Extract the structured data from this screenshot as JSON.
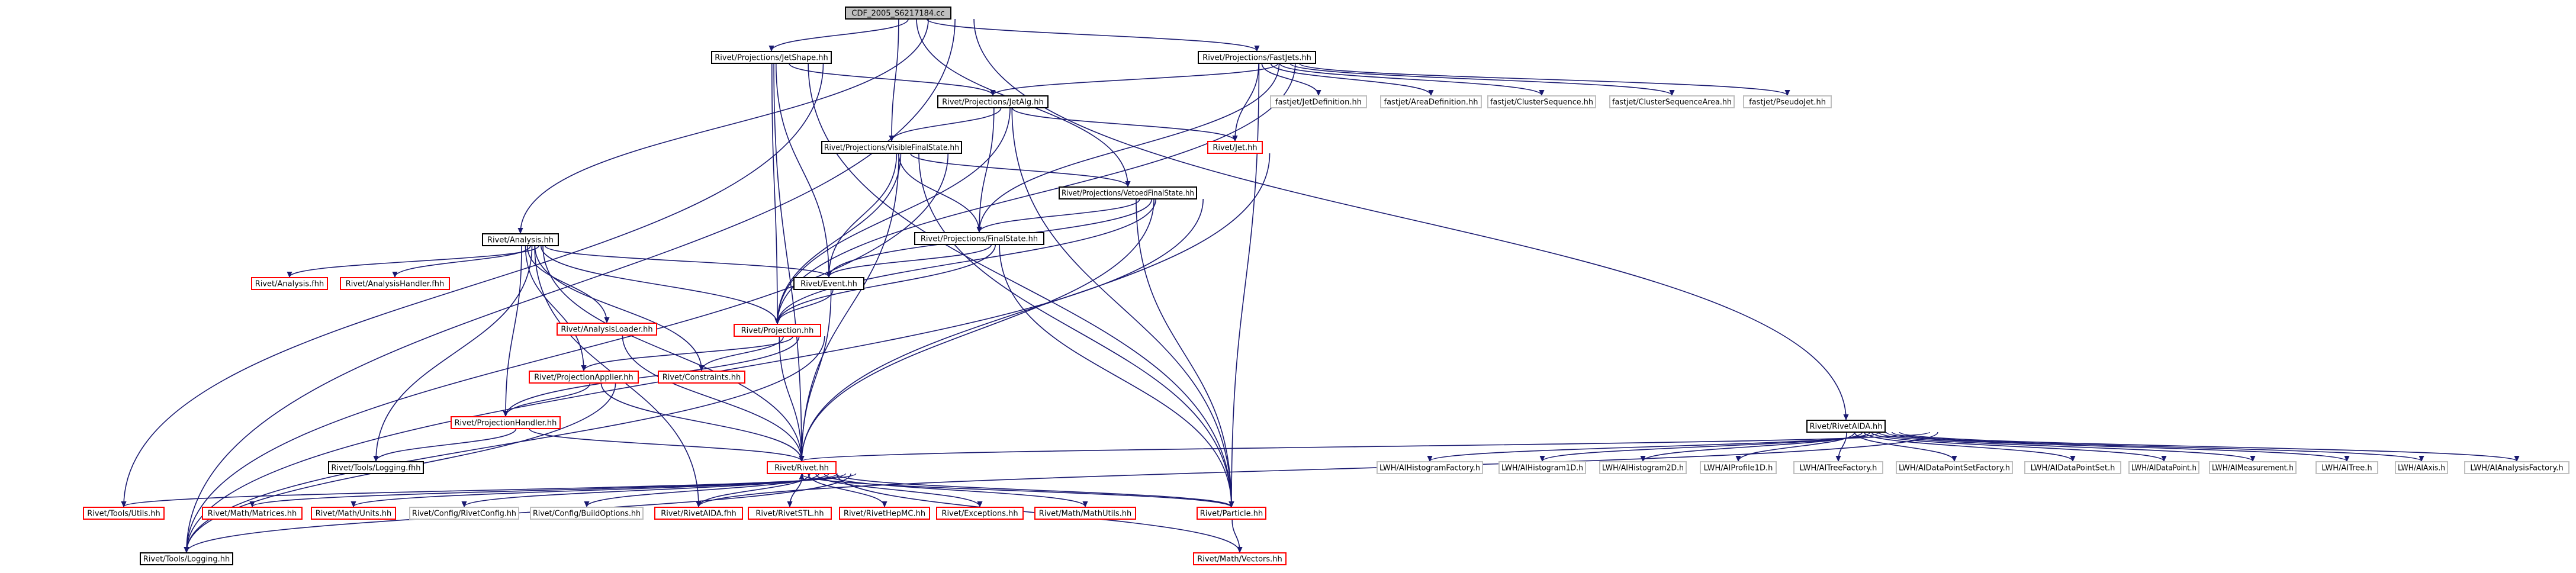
{
  "colors": {
    "edge": "#191970",
    "border_documented": "#000000",
    "border_undocumented": "#ff0000",
    "border_external": "#bfbfbf",
    "root_fill": "#bfbfbf",
    "node_fill": "#ffffff"
  },
  "nodes": [
    {
      "id": "root",
      "label": "CDF_2005_S6217184.cc",
      "kind": "root"
    },
    {
      "id": "jetshape",
      "label": "Rivet/Projections/JetShape.hh",
      "kind": "documented"
    },
    {
      "id": "fastjets",
      "label": "Rivet/Projections/FastJets.hh",
      "kind": "documented"
    },
    {
      "id": "jetalg",
      "label": "Rivet/Projections/JetAlg.hh",
      "kind": "documented"
    },
    {
      "id": "fj_jetdef",
      "label": "fastjet/JetDefinition.hh",
      "kind": "external"
    },
    {
      "id": "fj_areadef",
      "label": "fastjet/AreaDefinition.hh",
      "kind": "external"
    },
    {
      "id": "fj_clseq",
      "label": "fastjet/ClusterSequence.hh",
      "kind": "external"
    },
    {
      "id": "fj_clseqarea",
      "label": "fastjet/ClusterSequenceArea.hh",
      "kind": "external"
    },
    {
      "id": "fj_pseudojet",
      "label": "fastjet/PseudoJet.hh",
      "kind": "external"
    },
    {
      "id": "visiblefs",
      "label": "Rivet/Projections/VisibleFinalState.hh",
      "kind": "documented"
    },
    {
      "id": "jet",
      "label": "Rivet/Jet.hh",
      "kind": "undocumented"
    },
    {
      "id": "vetoedfs",
      "label": "Rivet/Projections/VetoedFinalState.hh",
      "kind": "documented"
    },
    {
      "id": "analysis",
      "label": "Rivet/Analysis.hh",
      "kind": "documented"
    },
    {
      "id": "finalstate",
      "label": "Rivet/Projections/FinalState.hh",
      "kind": "documented"
    },
    {
      "id": "analysis_fhh",
      "label": "Rivet/Analysis.fhh",
      "kind": "undocumented"
    },
    {
      "id": "analysishandler_fhh",
      "label": "Rivet/AnalysisHandler.fhh",
      "kind": "undocumented"
    },
    {
      "id": "event",
      "label": "Rivet/Event.hh",
      "kind": "documented"
    },
    {
      "id": "analysisloader",
      "label": "Rivet/AnalysisLoader.hh",
      "kind": "undocumented"
    },
    {
      "id": "projection",
      "label": "Rivet/Projection.hh",
      "kind": "undocumented"
    },
    {
      "id": "projapplier",
      "label": "Rivet/ProjectionApplier.hh",
      "kind": "undocumented"
    },
    {
      "id": "constraints",
      "label": "Rivet/Constraints.hh",
      "kind": "undocumented"
    },
    {
      "id": "projhandler",
      "label": "Rivet/ProjectionHandler.hh",
      "kind": "undocumented"
    },
    {
      "id": "logging_fhh",
      "label": "Rivet/Tools/Logging.fhh",
      "kind": "documented"
    },
    {
      "id": "rivet",
      "label": "Rivet/Rivet.hh",
      "kind": "undocumented"
    },
    {
      "id": "utils",
      "label": "Rivet/Tools/Utils.hh",
      "kind": "undocumented"
    },
    {
      "id": "matrices",
      "label": "Rivet/Math/Matrices.hh",
      "kind": "undocumented"
    },
    {
      "id": "units",
      "label": "Rivet/Math/Units.hh",
      "kind": "undocumented"
    },
    {
      "id": "rivetconfig",
      "label": "Rivet/Config/RivetConfig.hh",
      "kind": "external"
    },
    {
      "id": "buildoptions",
      "label": "Rivet/Config/BuildOptions.hh",
      "kind": "external"
    },
    {
      "id": "rivetaida_fhh",
      "label": "Rivet/RivetAIDA.fhh",
      "kind": "undocumented"
    },
    {
      "id": "rivetstl",
      "label": "Rivet/RivetSTL.hh",
      "kind": "undocumented"
    },
    {
      "id": "rivethepmc",
      "label": "Rivet/RivetHepMC.hh",
      "kind": "undocumented"
    },
    {
      "id": "exceptions",
      "label": "Rivet/Exceptions.hh",
      "kind": "undocumented"
    },
    {
      "id": "mathutils",
      "label": "Rivet/Math/MathUtils.hh",
      "kind": "undocumented"
    },
    {
      "id": "particle",
      "label": "Rivet/Particle.hh",
      "kind": "undocumented"
    },
    {
      "id": "logging_hh",
      "label": "Rivet/Tools/Logging.hh",
      "kind": "documented"
    },
    {
      "id": "vectors",
      "label": "Rivet/Math/Vectors.hh",
      "kind": "undocumented"
    },
    {
      "id": "rivetaida_hh",
      "label": "Rivet/RivetAIDA.hh",
      "kind": "documented"
    },
    {
      "id": "lwh_histfactory",
      "label": "LWH/AIHistogramFactory.h",
      "kind": "external"
    },
    {
      "id": "lwh_hist1d",
      "label": "LWH/AIHistogram1D.h",
      "kind": "external"
    },
    {
      "id": "lwh_hist2d",
      "label": "LWH/AIHistogram2D.h",
      "kind": "external"
    },
    {
      "id": "lwh_profile1d",
      "label": "LWH/AIProfile1D.h",
      "kind": "external"
    },
    {
      "id": "lwh_treefactory",
      "label": "LWH/AITreeFactory.h",
      "kind": "external"
    },
    {
      "id": "lwh_dpsfactory",
      "label": "LWH/AIDataPointSetFactory.h",
      "kind": "external"
    },
    {
      "id": "lwh_dps",
      "label": "LWH/AIDataPointSet.h",
      "kind": "external"
    },
    {
      "id": "lwh_dp",
      "label": "LWH/AIDataPoint.h",
      "kind": "external"
    },
    {
      "id": "lwh_meas",
      "label": "LWH/AIMeasurement.h",
      "kind": "external"
    },
    {
      "id": "lwh_tree",
      "label": "LWH/AITree.h",
      "kind": "external"
    },
    {
      "id": "lwh_axis",
      "label": "LWH/AIAxis.h",
      "kind": "external"
    },
    {
      "id": "lwh_anfactory",
      "label": "LWH/AIAnalysisFactory.h",
      "kind": "external"
    }
  ],
  "edges": [
    [
      "root",
      "jetshape"
    ],
    [
      "root",
      "fastjets"
    ],
    [
      "root",
      "analysis"
    ],
    [
      "root",
      "visiblefs"
    ],
    [
      "root",
      "vetoedfs"
    ],
    [
      "root",
      "rivetaida_hh"
    ],
    [
      "root",
      "logging_hh"
    ],
    [
      "jetshape",
      "jetalg"
    ],
    [
      "jetshape",
      "utils"
    ],
    [
      "jetshape",
      "event"
    ],
    [
      "jetshape",
      "projection"
    ],
    [
      "jetshape",
      "rivet"
    ],
    [
      "jetshape",
      "particle"
    ],
    [
      "fastjets",
      "jetalg"
    ],
    [
      "fastjets",
      "fj_jetdef"
    ],
    [
      "fastjets",
      "fj_areadef"
    ],
    [
      "fastjets",
      "fj_clseq"
    ],
    [
      "fastjets",
      "fj_clseqarea"
    ],
    [
      "fastjets",
      "fj_pseudojet"
    ],
    [
      "fastjets",
      "jet"
    ],
    [
      "fastjets",
      "finalstate"
    ],
    [
      "fastjets",
      "projection"
    ],
    [
      "fastjets",
      "particle"
    ],
    [
      "jetalg",
      "visiblefs"
    ],
    [
      "jetalg",
      "jet"
    ],
    [
      "jetalg",
      "finalstate"
    ],
    [
      "jetalg",
      "projection"
    ],
    [
      "jetalg",
      "particle"
    ],
    [
      "visiblefs",
      "vetoedfs"
    ],
    [
      "visiblefs",
      "finalstate"
    ],
    [
      "visiblefs",
      "event"
    ],
    [
      "visiblefs",
      "projection"
    ],
    [
      "visiblefs",
      "logging_hh"
    ],
    [
      "visiblefs",
      "rivet"
    ],
    [
      "visiblefs",
      "particle"
    ],
    [
      "jet",
      "rivet"
    ],
    [
      "vetoedfs",
      "finalstate"
    ],
    [
      "vetoedfs",
      "event"
    ],
    [
      "vetoedfs",
      "projection"
    ],
    [
      "vetoedfs",
      "rivet"
    ],
    [
      "vetoedfs",
      "particle"
    ],
    [
      "vetoedfs",
      "logging_hh"
    ],
    [
      "finalstate",
      "event"
    ],
    [
      "finalstate",
      "projection"
    ],
    [
      "finalstate",
      "particle"
    ],
    [
      "analysis",
      "analysis_fhh"
    ],
    [
      "analysis",
      "analysishandler_fhh"
    ],
    [
      "analysis",
      "event"
    ],
    [
      "analysis",
      "analysisloader"
    ],
    [
      "analysis",
      "projection"
    ],
    [
      "analysis",
      "projapplier"
    ],
    [
      "analysis",
      "constraints"
    ],
    [
      "analysis",
      "projhandler"
    ],
    [
      "analysis",
      "logging_fhh"
    ],
    [
      "analysis",
      "rivet"
    ],
    [
      "analysis",
      "rivetaida_fhh"
    ],
    [
      "event",
      "projection"
    ],
    [
      "event",
      "rivet"
    ],
    [
      "analysisloader",
      "rivet"
    ],
    [
      "projection",
      "projapplier"
    ],
    [
      "projection",
      "constraints"
    ],
    [
      "projection",
      "projhandler"
    ],
    [
      "projection",
      "rivet"
    ],
    [
      "projection",
      "logging_hh"
    ],
    [
      "projapplier",
      "projhandler"
    ],
    [
      "projapplier",
      "rivet"
    ],
    [
      "projapplier",
      "logging_hh"
    ],
    [
      "projhandler",
      "rivet"
    ],
    [
      "projhandler",
      "logging_fhh"
    ],
    [
      "rivet",
      "utils"
    ],
    [
      "rivet",
      "matrices"
    ],
    [
      "rivet",
      "units"
    ],
    [
      "rivet",
      "rivetconfig"
    ],
    [
      "rivet",
      "buildoptions"
    ],
    [
      "rivet",
      "rivetaida_fhh"
    ],
    [
      "rivet",
      "rivetstl"
    ],
    [
      "rivet",
      "rivethepmc"
    ],
    [
      "rivet",
      "exceptions"
    ],
    [
      "rivet",
      "mathutils"
    ],
    [
      "rivet",
      "particle"
    ],
    [
      "rivet",
      "vectors"
    ],
    [
      "rivet",
      "logging_hh"
    ],
    [
      "particle",
      "rivet"
    ],
    [
      "particle",
      "vectors"
    ],
    [
      "rivetaida_hh",
      "rivet"
    ],
    [
      "rivetaida_hh",
      "rivetaida_fhh"
    ],
    [
      "rivetaida_hh",
      "lwh_histfactory"
    ],
    [
      "rivetaida_hh",
      "lwh_hist1d"
    ],
    [
      "rivetaida_hh",
      "lwh_hist2d"
    ],
    [
      "rivetaida_hh",
      "lwh_profile1d"
    ],
    [
      "rivetaida_hh",
      "lwh_treefactory"
    ],
    [
      "rivetaida_hh",
      "lwh_dpsfactory"
    ],
    [
      "rivetaida_hh",
      "lwh_dps"
    ],
    [
      "rivetaida_hh",
      "lwh_dp"
    ],
    [
      "rivetaida_hh",
      "lwh_meas"
    ],
    [
      "rivetaida_hh",
      "lwh_tree"
    ],
    [
      "rivetaida_hh",
      "lwh_axis"
    ],
    [
      "rivetaida_hh",
      "lwh_anfactory"
    ]
  ]
}
